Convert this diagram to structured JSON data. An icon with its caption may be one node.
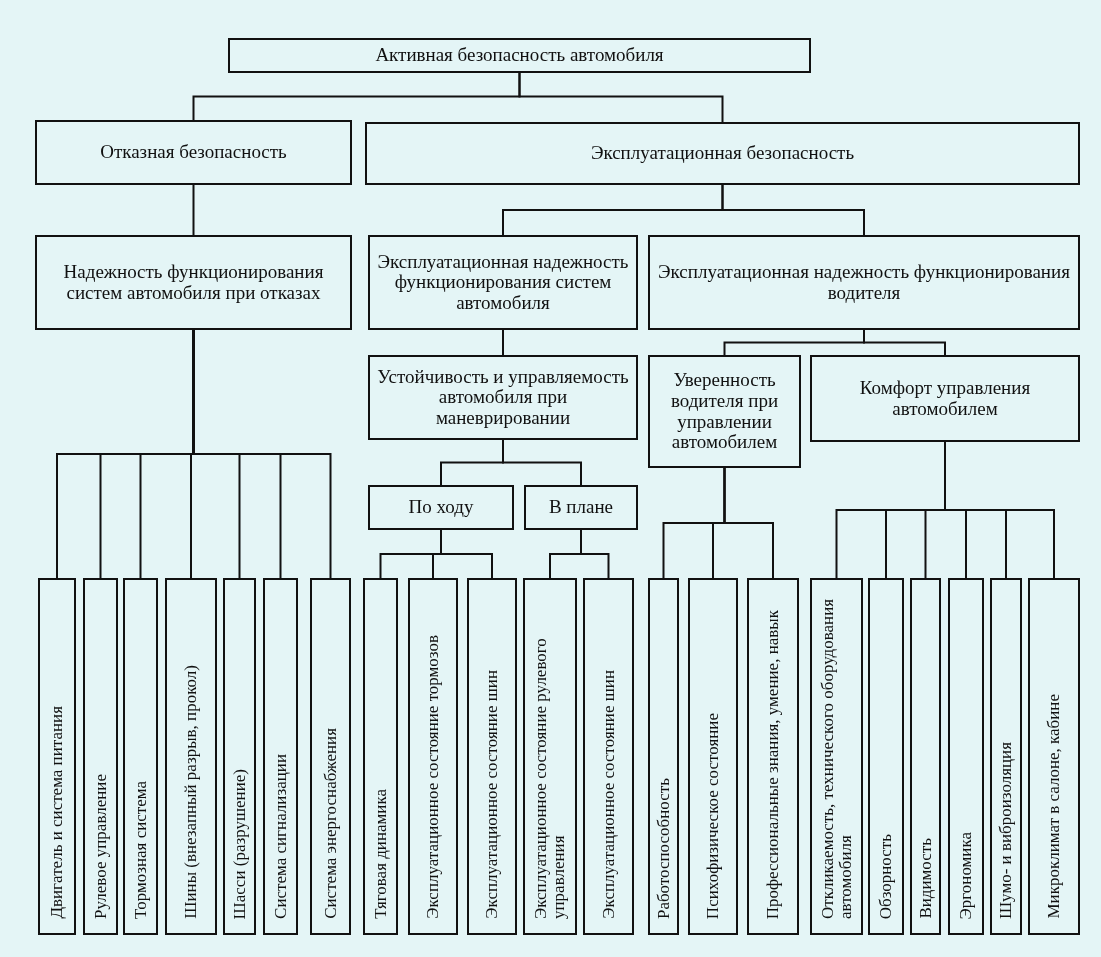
{
  "diagram": {
    "nodes": [
      {
        "text": [
          "Активная безопасность автомобиля"
        ]
      },
      {
        "text": [
          "Отказная безопасность"
        ]
      },
      {
        "text": [
          "Эксплуатационная безопасность"
        ]
      },
      {
        "text": [
          "Надежность функционирования систем автомобиля при отказах"
        ]
      },
      {
        "text": [
          "Эксплуатационная надежность функционирования систем автомобиля"
        ]
      },
      {
        "text": [
          "Эксплуатационная надежность функционирования водителя"
        ]
      },
      {
        "text": [
          "Устойчивость и управляемость автомобиля при маневрировании"
        ]
      },
      {
        "text": [
          "Уверенность водителя при управлении автомобилем"
        ]
      },
      {
        "text": [
          "Комфорт управления автомобилем"
        ]
      },
      {
        "text": [
          "По ходу"
        ]
      },
      {
        "text": [
          "В плане"
        ]
      },
      {
        "text": [
          "Двигатель и система питания"
        ]
      },
      {
        "text": [
          "Рулевое управление"
        ]
      },
      {
        "text": [
          "Тормозная система"
        ]
      },
      {
        "text": [
          "Шины (внезапный разрыв, прокол)"
        ]
      },
      {
        "text": [
          "Шасси (разрушение)"
        ]
      },
      {
        "text": [
          "Система сигнализации"
        ]
      },
      {
        "text": [
          "Система энергоснабжения"
        ]
      },
      {
        "text": [
          "Тяговая динамика"
        ]
      },
      {
        "text": [
          "Эксплуатационное состояние тормозов"
        ]
      },
      {
        "text": [
          "Эксплуатационное состояние шин"
        ]
      },
      {
        "text": [
          "Эксплуатационное состояние рулевого управления"
        ]
      },
      {
        "text": [
          "Эксплуатационное состояние шин"
        ]
      },
      {
        "text": [
          "Работоспособность"
        ]
      },
      {
        "text": [
          "Психофизическое состояние"
        ]
      },
      {
        "text": [
          "Профессиональные знания, умение, навык"
        ]
      },
      {
        "text": [
          "Откликаемость, технического оборудования автомобиля"
        ]
      },
      {
        "text": [
          "Обзорность"
        ]
      },
      {
        "text": [
          "Видимость"
        ]
      },
      {
        "text": [
          "Эргономика"
        ]
      },
      {
        "text": [
          "Шумо- и виброизоляция"
        ]
      },
      {
        "text": [
          "Микроклимат в салоне, кабине"
        ]
      }
    ],
    "edges": [
      {
        "from": 0,
        "to": 1,
        "arrow": "none"
      },
      {
        "from": 0,
        "to": 2,
        "arrow": "none"
      },
      {
        "from": 1,
        "to": 3,
        "arrow": "none"
      },
      {
        "from": 2,
        "to": 4,
        "arrow": "none"
      },
      {
        "from": 2,
        "to": 5,
        "arrow": "none"
      },
      {
        "from": 4,
        "to": 6,
        "arrow": "none"
      },
      {
        "from": 5,
        "to": 7,
        "arrow": "none"
      },
      {
        "from": 5,
        "to": 8,
        "arrow": "none"
      },
      {
        "from": 6,
        "to": 9,
        "arrow": "none"
      },
      {
        "from": 6,
        "to": 10,
        "arrow": "none"
      },
      {
        "from": 3,
        "to": 11,
        "arrow": "none"
      },
      {
        "from": 3,
        "to": 12,
        "arrow": "none"
      },
      {
        "from": 3,
        "to": 13,
        "arrow": "none"
      },
      {
        "from": 3,
        "to": 14,
        "arrow": "none"
      },
      {
        "from": 3,
        "to": 15,
        "arrow": "none"
      },
      {
        "from": 3,
        "to": 16,
        "arrow": "none"
      },
      {
        "from": 3,
        "to": 17,
        "arrow": "none"
      },
      {
        "from": 9,
        "to": 18,
        "arrow": "none"
      },
      {
        "from": 9,
        "to": 19,
        "arrow": "none"
      },
      {
        "from": 9,
        "to": 20,
        "arrow": "none"
      },
      {
        "from": 10,
        "to": 21,
        "arrow": "none"
      },
      {
        "from": 10,
        "to": 22,
        "arrow": "none"
      },
      {
        "from": 7,
        "to": 23,
        "arrow": "none"
      },
      {
        "from": 7,
        "to": 24,
        "arrow": "none"
      },
      {
        "from": 7,
        "to": 25,
        "arrow": "none"
      },
      {
        "from": 8,
        "to": 26,
        "arrow": "none"
      },
      {
        "from": 8,
        "to": 27,
        "arrow": "none"
      },
      {
        "from": 8,
        "to": 28,
        "arrow": "none"
      },
      {
        "from": 8,
        "to": 29,
        "arrow": "none"
      },
      {
        "from": 8,
        "to": 30,
        "arrow": "none"
      },
      {
        "from": 8,
        "to": 31,
        "arrow": "none"
      }
    ]
  }
}
